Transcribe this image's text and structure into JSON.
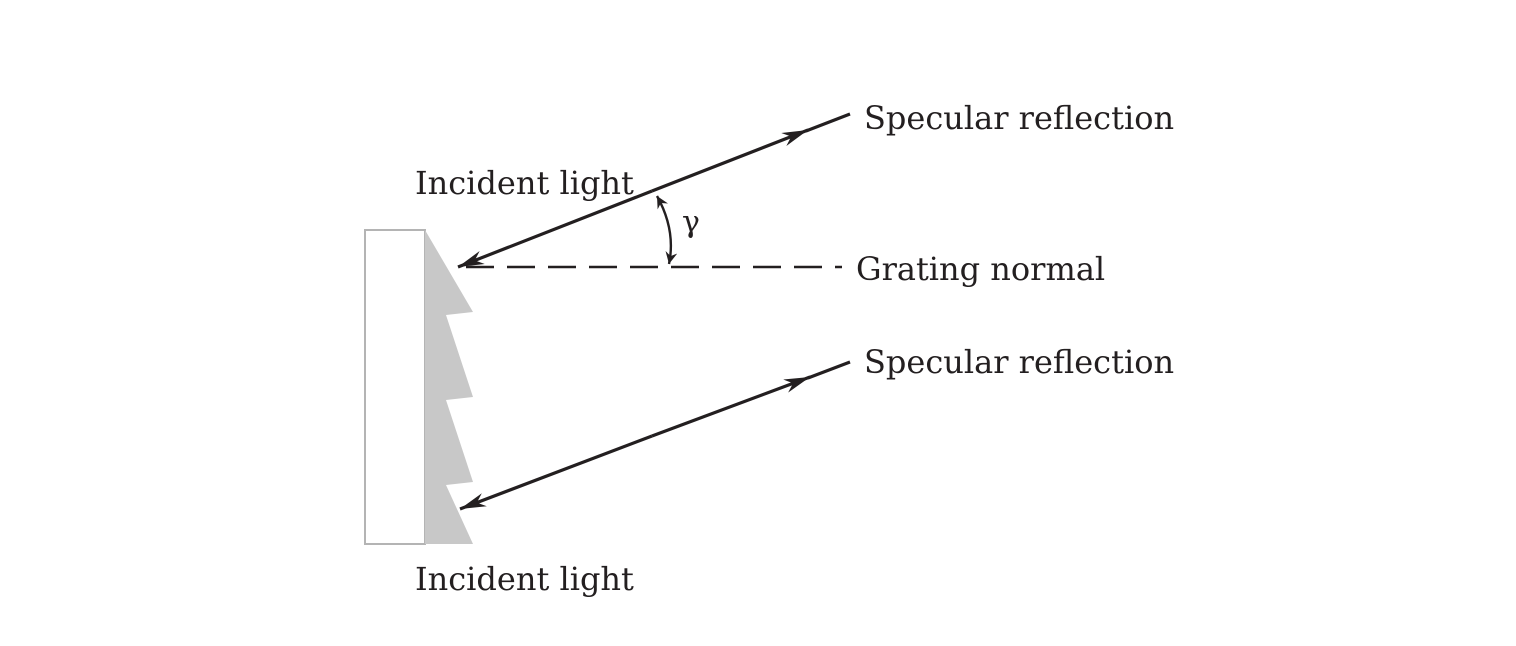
{
  "labels": {
    "specular_reflection_top": "Specular reflection",
    "incident_light_top": "Incident light",
    "gamma_symbol": "γ",
    "grating_normal": "Grating normal",
    "specular_reflection_bottom": "Specular reflection",
    "incident_light_bottom": "Incident light"
  },
  "colors": {
    "ink": "#231f20",
    "grating_fill": "#c8c8c8",
    "substrate_outline": "#b4b4b4",
    "substrate_fill": "#ffffff"
  }
}
